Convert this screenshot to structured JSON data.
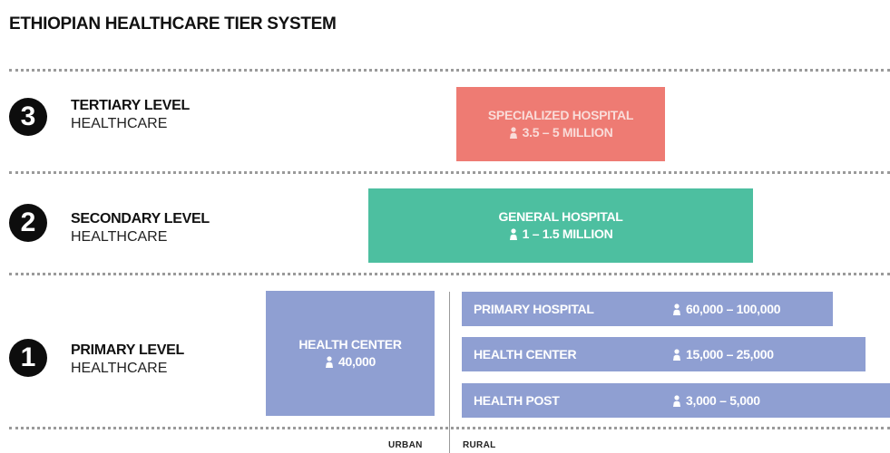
{
  "title": "ETHIOPIAN HEALTHCARE TIER SYSTEM",
  "colors": {
    "tertiary": "#ee7b73",
    "secondary": "#4dbfa0",
    "primary": "#8f9fd2",
    "label": "#f9dcd9"
  },
  "levels": {
    "tertiary": {
      "number": "3",
      "title": "TERTIARY LEVEL",
      "subtitle": "HEALTHCARE"
    },
    "secondary": {
      "number": "2",
      "title": "SECONDARY LEVEL",
      "subtitle": "HEALTHCARE"
    },
    "primary": {
      "number": "1",
      "title": "PRIMARY LEVEL",
      "subtitle": "HEALTHCARE"
    }
  },
  "facilities": {
    "specialized_hospital": {
      "name": "SPECIALIZED HOSPITAL",
      "population": "3.5 – 5 MILLION",
      "icon": "person-icon"
    },
    "general_hospital": {
      "name": "GENERAL HOSPITAL",
      "population": "1 – 1.5 MILLION",
      "icon": "person-icon"
    },
    "urban_health_center": {
      "name": "HEALTH CENTER",
      "population": "40,000",
      "icon": "person-icon"
    },
    "rural": [
      {
        "name": "PRIMARY HOSPITAL",
        "population": "60,000 – 100,000",
        "icon": "person-icon"
      },
      {
        "name": "HEALTH CENTER",
        "population": "15,000 – 25,000",
        "icon": "person-icon"
      },
      {
        "name": "HEALTH POST",
        "population": "3,000 – 5,000",
        "icon": "person-icon"
      }
    ]
  },
  "axis": {
    "urban": "URBAN",
    "rural": "RURAL"
  }
}
